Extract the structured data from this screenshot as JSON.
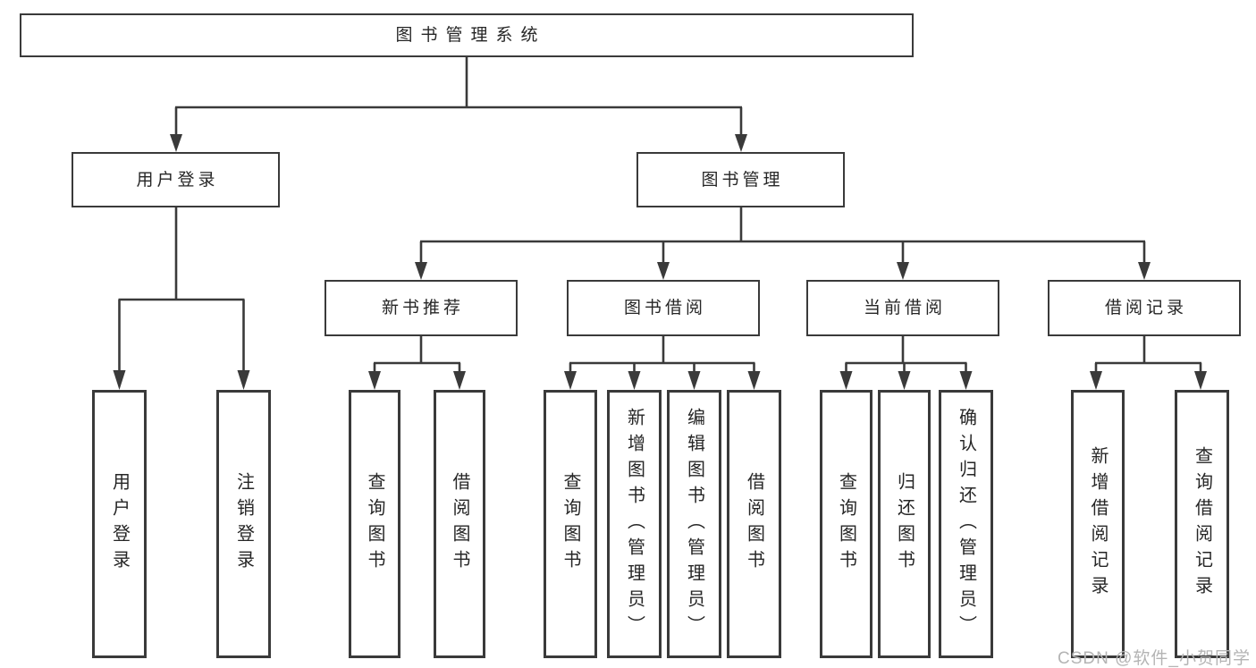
{
  "tree": {
    "root": "图书管理系统",
    "branches": [
      {
        "label": "用户登录",
        "leaves": [
          {
            "label": "用户登录"
          },
          {
            "label": "注销登录"
          }
        ]
      },
      {
        "label": "图书管理",
        "groups": [
          {
            "label": "新书推荐",
            "leaves": [
              {
                "label": "查询图书"
              },
              {
                "label": "借阅图书"
              }
            ]
          },
          {
            "label": "图书借阅",
            "leaves": [
              {
                "label": "查询图书"
              },
              {
                "label": "新增图书（管理员）"
              },
              {
                "label": "编辑图书（管理员）"
              },
              {
                "label": "借阅图书"
              }
            ]
          },
          {
            "label": "当前借阅",
            "leaves": [
              {
                "label": "查询图书"
              },
              {
                "label": "归还图书"
              },
              {
                "label": "确认归还（管理员）"
              }
            ]
          },
          {
            "label": "借阅记录",
            "leaves": [
              {
                "label": "新增借阅记录"
              },
              {
                "label": "查询借阅记录"
              }
            ]
          }
        ]
      }
    ]
  },
  "watermark": "CSDN @软件_小贺同学",
  "colors": {
    "line": "#3a3a3a",
    "text": "#262626",
    "box_bg": "#ffffff",
    "watermark": "#b4b4b4"
  }
}
